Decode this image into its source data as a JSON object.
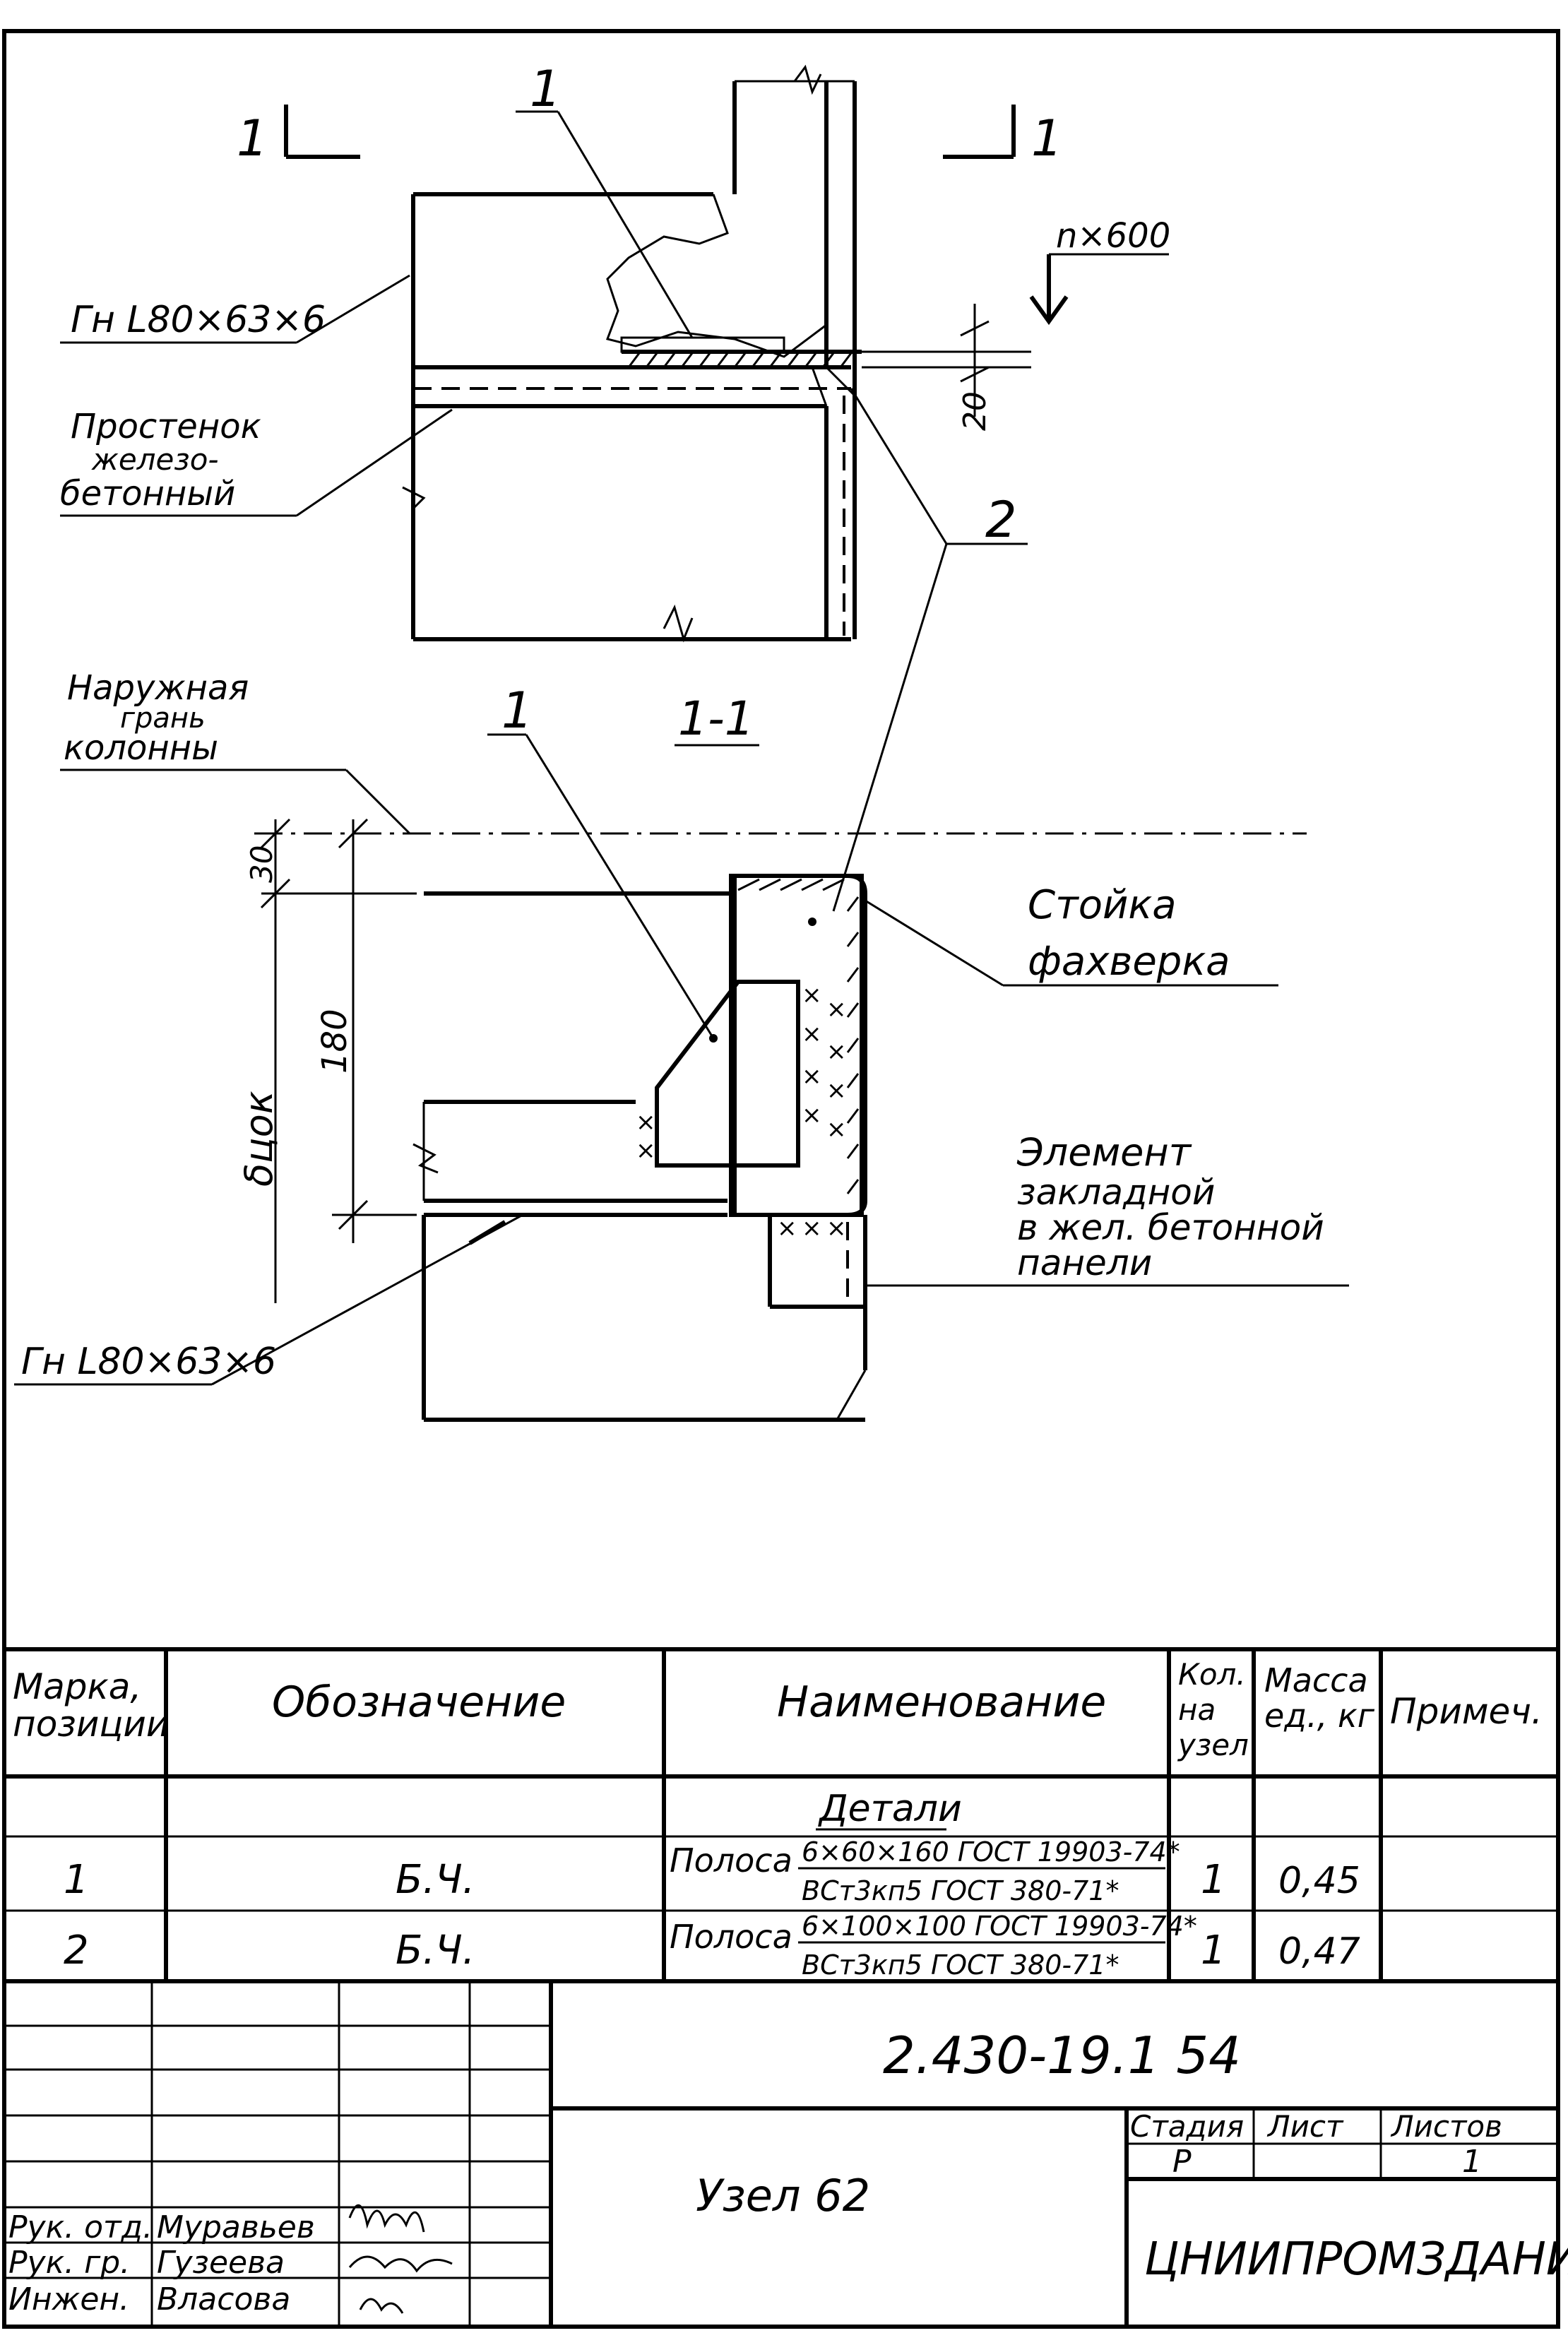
{
  "drawing": {
    "section_mark": "1",
    "section_title": "1-1",
    "dim_step": "n×600",
    "dim_20": "20",
    "dim_30": "30",
    "dim_180": "180",
    "dim_cok": "δцок",
    "pos1": "1",
    "pos2": "2",
    "label_angle_top": "Гн L80×63×6",
    "label_angle_bottom": "Гн L80×63×6",
    "label_pier": [
      "Простенок",
      "железо-",
      "бетонный"
    ],
    "label_column": [
      "Наружная",
      "грань",
      "колонны"
    ],
    "label_post": [
      "Стойка",
      "фахверка"
    ],
    "label_embed": [
      "Элемент",
      "закладной",
      "в жел. бетонной",
      "панели"
    ]
  },
  "spec": {
    "headers": {
      "mark": [
        "Марка,",
        "позиции"
      ],
      "designation": "Обозначение",
      "name": "Наименование",
      "qty": [
        "Кол.",
        "на",
        "узел"
      ],
      "mass": [
        "Масса",
        "ед., кг"
      ],
      "note": "Примеч."
    },
    "group": "Детали",
    "rows": [
      {
        "mark": "1",
        "designation": "Б.Ч.",
        "name": "Полоса",
        "spec_top": "6×60×160 ГОСТ 19903-74*",
        "spec_bottom": "ВСт3кп5 ГОСТ 380-71*",
        "qty": "1",
        "mass": "0,45"
      },
      {
        "mark": "2",
        "designation": "Б.Ч.",
        "name": "Полоса",
        "spec_top": "6×100×100 ГОСТ 19903-74*",
        "spec_bottom": "ВСт3кп5 ГОСТ 380-71*",
        "qty": "1",
        "mass": "0,47"
      }
    ]
  },
  "title_block": {
    "doc_code": "2.430-19.1 54",
    "title": "Узел 62",
    "stage_label": "Стадия",
    "sheet_label": "Лист",
    "sheets_label": "Листов",
    "stage": "Р",
    "sheets": "1",
    "org": "ЦНИИПРОМЗДАНИЙ",
    "signatories": [
      {
        "role": "Рук. отд.",
        "name": "Муравьев"
      },
      {
        "role": "Рук. гр.",
        "name": "Гузеева"
      },
      {
        "role": "Инжен.",
        "name": "Власова"
      }
    ]
  }
}
